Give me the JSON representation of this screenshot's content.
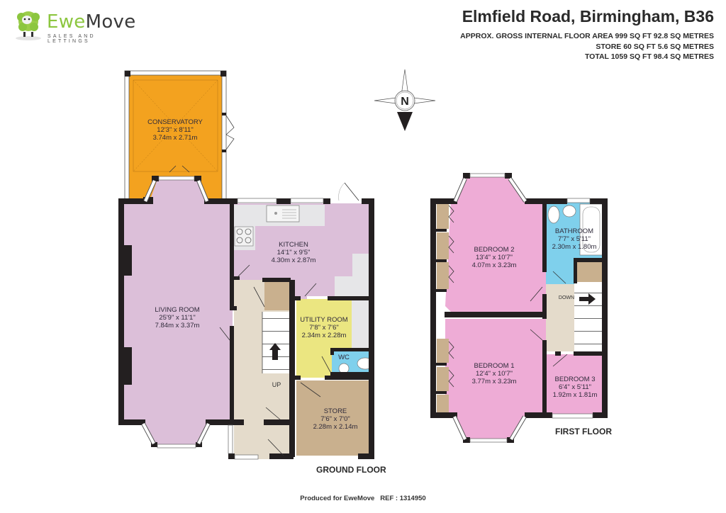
{
  "brand": {
    "name_part1": "Ewe",
    "name_part2": "Move",
    "tagline": "SALES AND LETTINGS",
    "colors": {
      "green": "#8cc63f",
      "dark": "#3a3a3a"
    }
  },
  "header": {
    "title": "Elmfield Road, Birmingham, B36",
    "area_lines": [
      "APPROX. GROSS INTERNAL FLOOR AREA 999 SQ FT 92.8 SQ METRES",
      "STORE 60 SQ FT 5.6 SQ METRES",
      "TOTAL 1059 SQ FT 98.4 SQ METRES"
    ]
  },
  "compass": {
    "letter": "N",
    "icon": "compass-north-icon"
  },
  "ground_floor": {
    "label": "GROUND FLOOR",
    "rooms": [
      {
        "name": "CONSERVATORY",
        "imperial": "12'3\"  x 8'11\"",
        "metric": "3.74m  x 2.71m",
        "color": "#f3a21f"
      },
      {
        "name": "LIVING ROOM",
        "imperial": "25'9\"  x 11'1\"",
        "metric": "7.84m  x 3.37m",
        "color": "#dcbfd9"
      },
      {
        "name": "KITCHEN",
        "imperial": "14'1\"  x 9'5\"",
        "metric": "4.30m  x 2.87m",
        "color": "#dcbfd9"
      },
      {
        "name": "UTILITY ROOM",
        "imperial": "7'8\"  x 7'6\"",
        "metric": "2.34m  x 2.28m",
        "color": "#ebe681"
      },
      {
        "name": "WC",
        "color": "#7fd0ec"
      },
      {
        "name": "STORE",
        "imperial": "7'6\"  x 7'0\"",
        "metric": "2.28m  x 2.14m",
        "color": "#c9b08e"
      }
    ],
    "stairs_label": "UP",
    "hall_color": "#e4dbcb"
  },
  "first_floor": {
    "label": "FIRST FLOOR",
    "rooms": [
      {
        "name": "BEDROOM 2",
        "imperial": "13'4\"  x 10'7\"",
        "metric": "4.07m  x 3.23m",
        "color": "#eeacd6"
      },
      {
        "name": "BATHROOM",
        "imperial": "7'7\"  x 5'11\"",
        "metric": "2.30m  x 1.80m",
        "color": "#7fd0ec"
      },
      {
        "name": "BEDROOM 1",
        "imperial": "12'4\"  x 10'7\"",
        "metric": "3.77m  x 3.23m",
        "color": "#eeacd6"
      },
      {
        "name": "BEDROOM 3",
        "imperial": "6'4\"  x 5'11\"",
        "metric": "1.92m  x 1.81m",
        "color": "#eeacd6"
      }
    ],
    "stairs_label": "DOWN",
    "landing_color": "#e4dbcb"
  },
  "footer": {
    "produced_for": "Produced for EweMove",
    "ref": "REF : 1314950"
  },
  "colors": {
    "wall": "#231f20",
    "fixture_grey": "#e6e6e8",
    "cupboard": "#c9b08e"
  }
}
